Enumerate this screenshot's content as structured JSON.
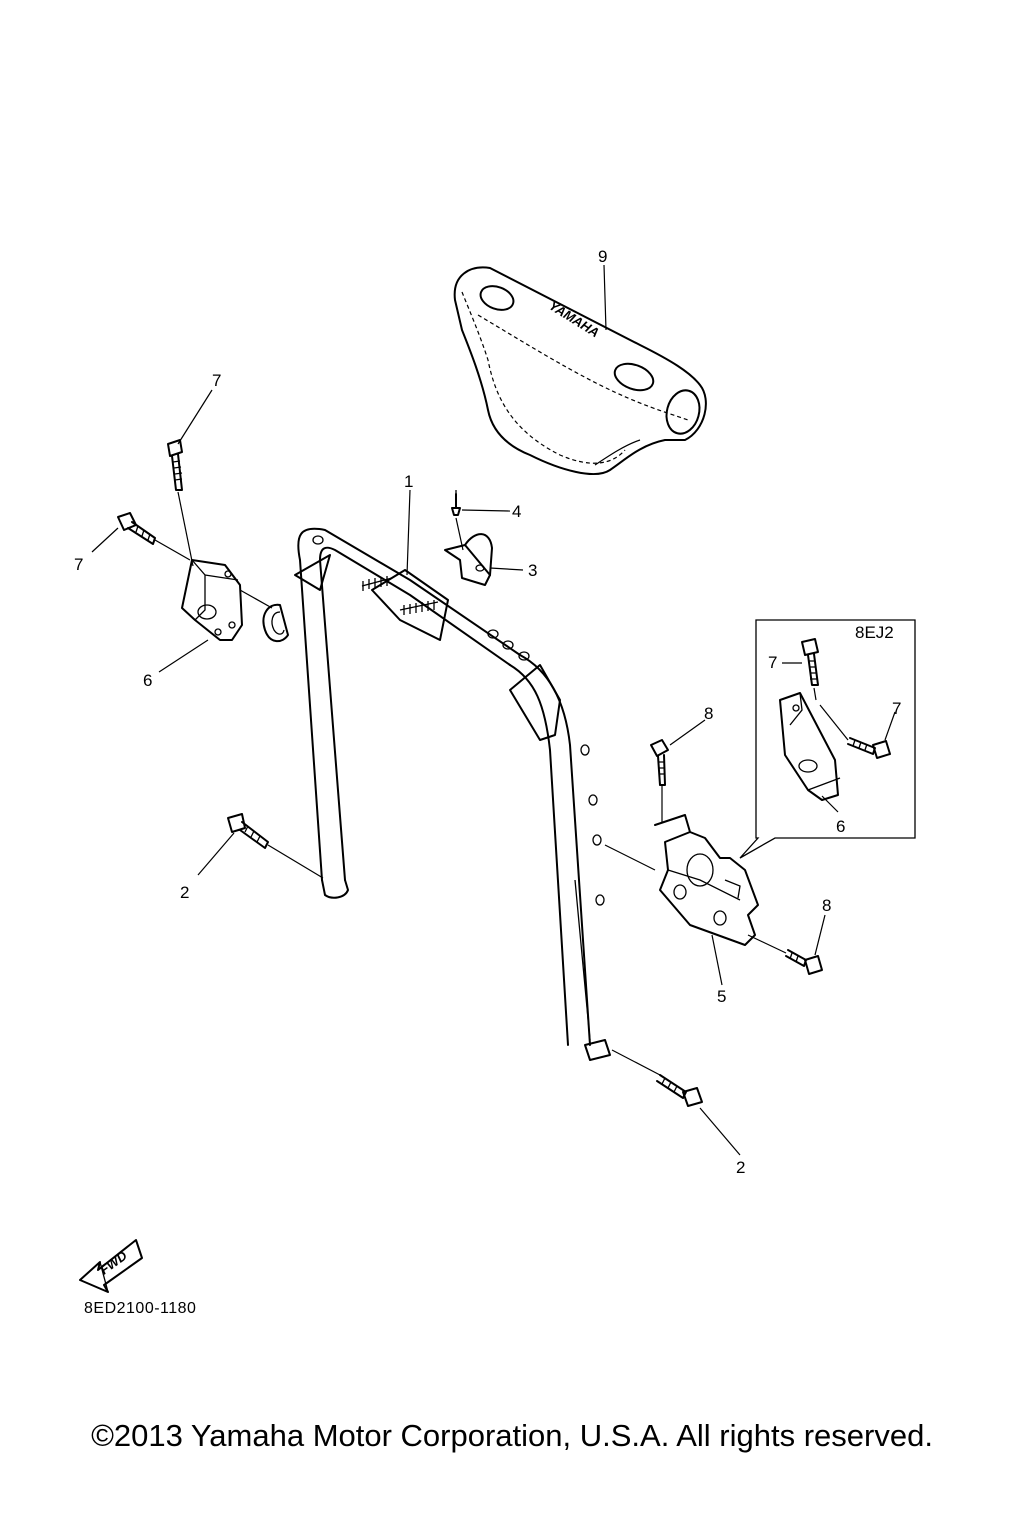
{
  "diagram": {
    "callouts": {
      "handlebar_pad": "9",
      "bolt_top_left": "7",
      "bolt_left": "7",
      "bracket_left": "6",
      "handlebar": "1",
      "rivet": "4",
      "clip": "3",
      "bolt_right_top": "8",
      "bolt_right_bottom": "8",
      "plate": "5",
      "bolt_lower_left": "2",
      "bolt_lower_right": "2",
      "inset_bolt_a": "7",
      "inset_bolt_b": "7",
      "inset_bracket": "6"
    },
    "inset_label": "8EJ2",
    "pad_logo": "YAMAHA",
    "fwd_label": "FWD",
    "diagram_code": "8ED2100-1180",
    "copyright": "©2013 Yamaha Motor Corporation, U.S.A. All rights reserved."
  }
}
